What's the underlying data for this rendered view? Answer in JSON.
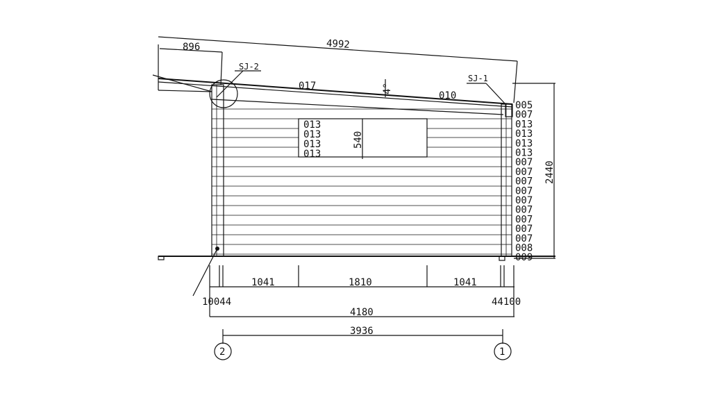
{
  "dimensions": {
    "roof_length": "4992",
    "overhang": "896",
    "slope": "4°",
    "window_height": "540",
    "height_total": "2440",
    "left_panel": "1041",
    "window_width": "1810",
    "right_panel": "1041",
    "left_offsets": "10044",
    "right_offsets": "44100",
    "overall_width": "4180",
    "axis_span": "3936"
  },
  "details": {
    "left": "SJ-2",
    "right": "SJ-1"
  },
  "roof_labels": {
    "front": "017",
    "rear": "010"
  },
  "window_boards": [
    "013",
    "013",
    "013",
    "013"
  ],
  "board_codes": [
    "005",
    "007",
    "013",
    "013",
    "013",
    "013",
    "007",
    "007",
    "007",
    "007",
    "007",
    "007",
    "007",
    "007",
    "007",
    "008",
    "009"
  ],
  "axes": {
    "left": "2",
    "right": "1"
  }
}
